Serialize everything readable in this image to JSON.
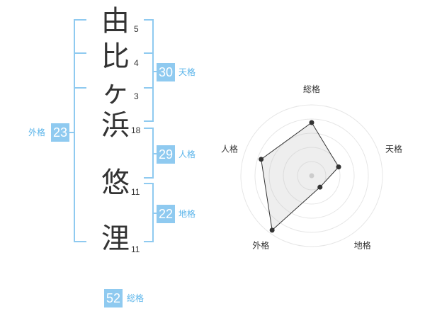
{
  "name": {
    "characters": [
      {
        "char": "由",
        "strokes": "5"
      },
      {
        "char": "比",
        "strokes": "4"
      },
      {
        "char": "ヶ",
        "strokes": "3"
      },
      {
        "char": "浜",
        "strokes": "18"
      },
      {
        "char": "悠",
        "strokes": "11"
      },
      {
        "char": "浬",
        "strokes": "11"
      }
    ]
  },
  "fortunes": {
    "tenkaku": {
      "value": "30",
      "label": "天格"
    },
    "jinkaku": {
      "value": "29",
      "label": "人格"
    },
    "chikaku": {
      "value": "22",
      "label": "地格"
    },
    "gaikaku": {
      "value": "23",
      "label": "外格"
    },
    "soukaku": {
      "value": "52",
      "label": "総格"
    }
  },
  "colors": {
    "accent": "#8fcaf0",
    "accent_text": "#5ab4ea",
    "text": "#333333"
  },
  "chart_data": {
    "type": "radar",
    "axes": [
      "総格",
      "天格",
      "地格",
      "外格",
      "人格"
    ],
    "values": [
      0.75,
      0.4,
      0.2,
      0.95,
      0.75
    ],
    "rings": 5,
    "range": [
      0,
      1
    ]
  }
}
